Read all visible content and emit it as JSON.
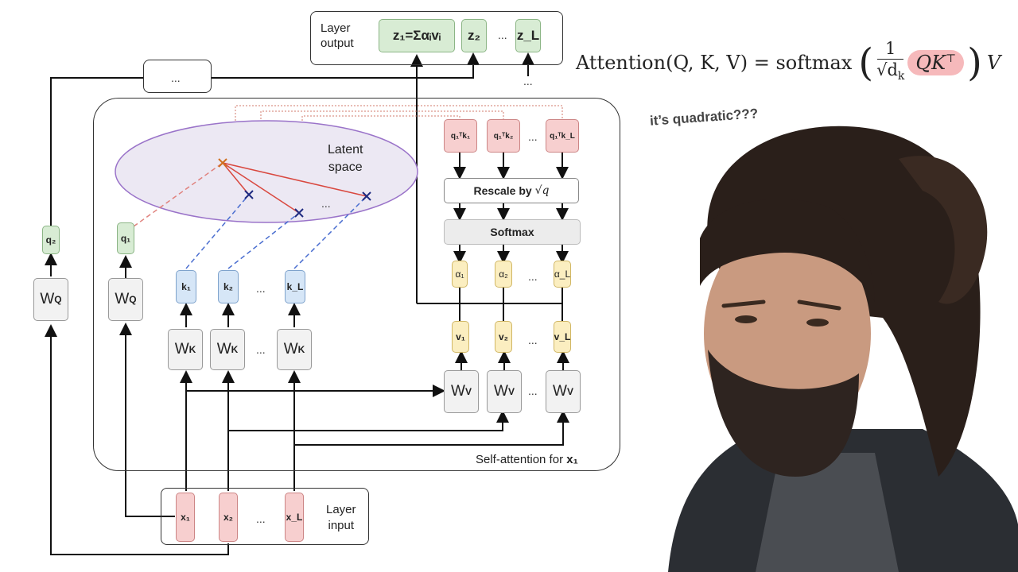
{
  "layer_output": {
    "label_line1": "Layer",
    "label_line2": "output",
    "z1": "z₁=Σαᵢvᵢ",
    "z2": "z₂",
    "zdots": "...",
    "zL": "z_L"
  },
  "top_dots_box": "...",
  "below_zl_dots": "...",
  "formula": {
    "lhs": "Attention(Q, K, V) = softmax",
    "numerator": "1",
    "denominator": "√d",
    "denominator_sub": "k",
    "highlight": "QK",
    "highlight_sup": "⊤",
    "tail": "V"
  },
  "caption": "it’s quadratic???",
  "latent": {
    "line1": "Latent",
    "line2": "space",
    "dots": "..."
  },
  "queries": {
    "q2": "q₂",
    "q1": "q₁"
  },
  "weights": {
    "wq": "W",
    "wq_sup": "Q",
    "wk": "W",
    "wk_sup": "K",
    "wv": "W",
    "wv_sup": "V",
    "dots": "..."
  },
  "keys": {
    "k1": "k₁",
    "k2": "k₂",
    "dots": "...",
    "kL": "k_L"
  },
  "scores": {
    "s1": "q₁ᵀk₁",
    "s2": "q₁ᵀk₂",
    "dots": "...",
    "sL": "q₁ᵀk_L"
  },
  "rescale": {
    "label": "Rescale by",
    "sym": "√q"
  },
  "softmax": "Softmax",
  "alphas": {
    "a1": "α₁",
    "a2": "α₂",
    "dots": "...",
    "aL": "α_L"
  },
  "values": {
    "v1": "v₁",
    "v2": "v₂",
    "dots": "...",
    "vL": "v_L"
  },
  "self_attention_label": "Self-attention for ",
  "self_attention_x": "x₁",
  "layer_input": {
    "x1": "x₁",
    "x2": "x₂",
    "dots": "...",
    "xL": "x_L",
    "label_line1": "Layer",
    "label_line2": "input"
  }
}
